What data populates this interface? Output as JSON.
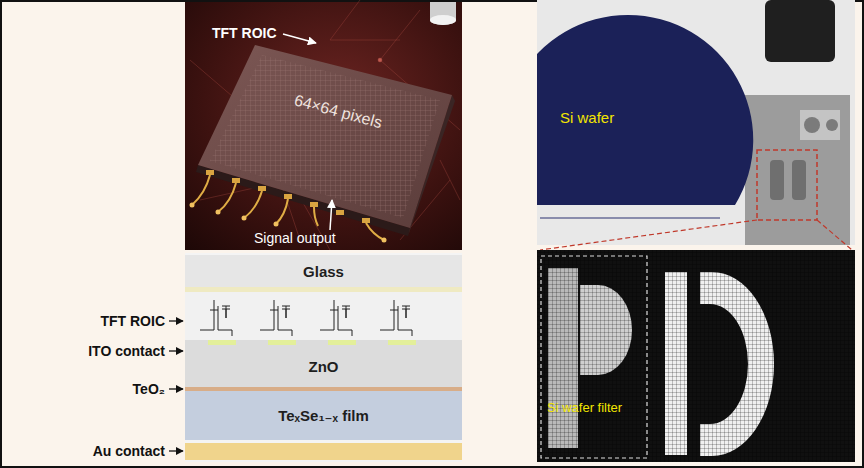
{
  "diagram": {
    "nodes": [
      {
        "text": [
          "Glass"
        ]
      },
      {
        "text": [
          "ZnO"
        ]
      },
      {
        "text": [
          "TeₓSe₁₋ₓ film"
        ]
      }
    ],
    "labels": [
      "TFT ROIC",
      "64×64 pixels",
      "Signal output",
      "Si wafer",
      "Si wafer filter",
      "TFT ROIC",
      "ITO contact",
      "TeO₂",
      "Au contact"
    ]
  }
}
